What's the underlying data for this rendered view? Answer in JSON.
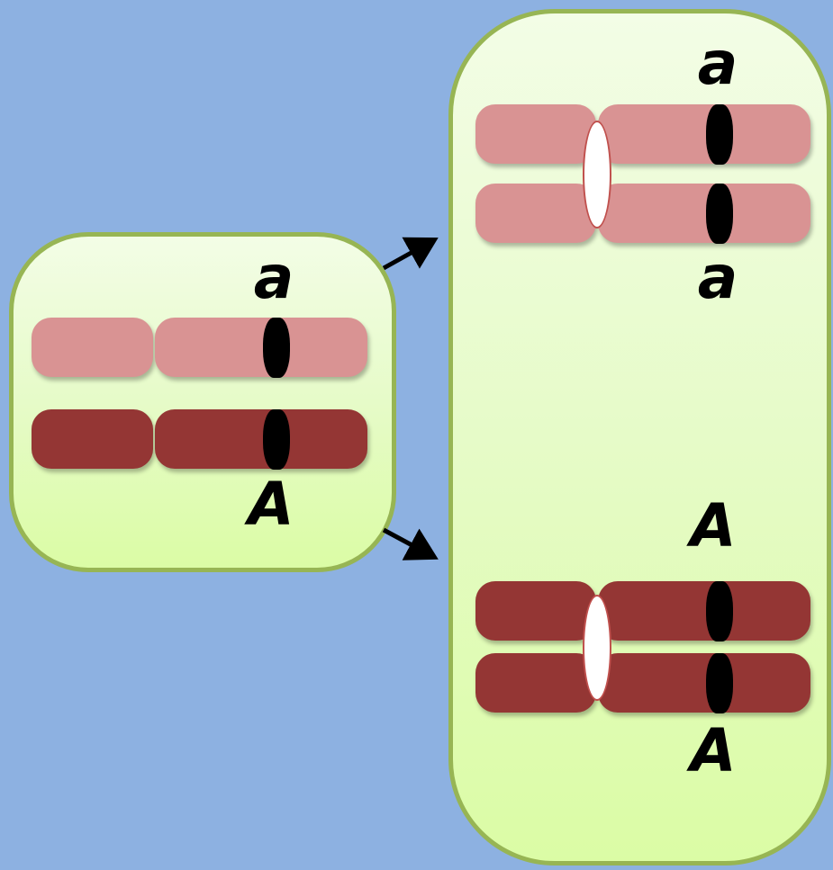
{
  "diagram": {
    "colors": {
      "background": "#8db1e1",
      "cell_border": "#97b554",
      "cell_fill_top": "#f3fde6",
      "cell_fill_bottom": "#dbfca5",
      "chromosome_light": "#d99393",
      "chromosome_dark": "#943634",
      "gene_band": "#000000",
      "centromere_fill": "#ffffff",
      "centromere_outline": "#c0504d"
    },
    "parent_cell": {
      "upper_allele": "a",
      "lower_allele": "A"
    },
    "daughter_cell": {
      "top_pair": {
        "allele_above": "a",
        "allele_below": "a"
      },
      "bottom_pair": {
        "allele_above": "A",
        "allele_below": "A"
      }
    }
  }
}
